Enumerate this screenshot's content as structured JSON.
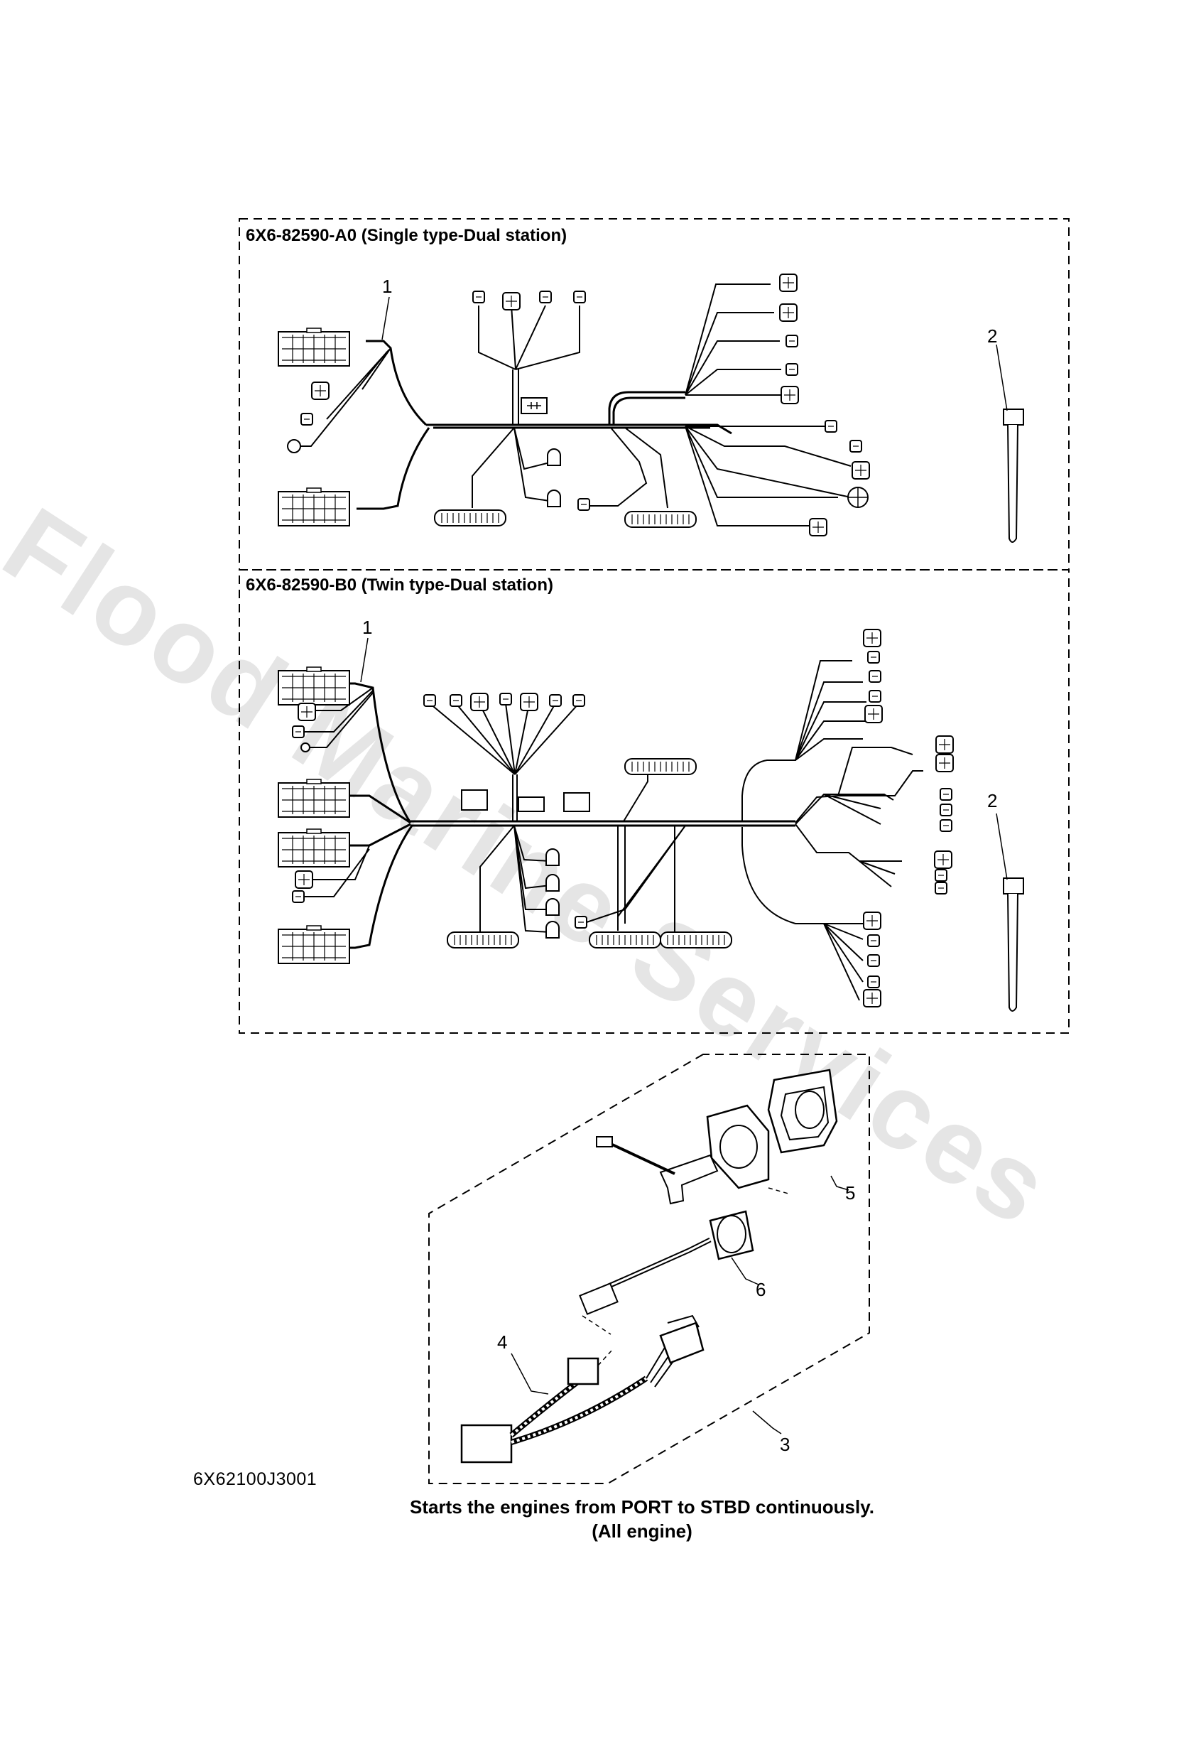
{
  "panels": {
    "single": {
      "title": "6X6-82590-A0 (Single type-Dual station)",
      "callout_harness": "1",
      "callout_tie": "2"
    },
    "twin": {
      "title": "6X6-82590-B0 (Twin type-Dual station)",
      "callout_harness": "1",
      "callout_tie": "2"
    }
  },
  "kit": {
    "callouts": [
      "3",
      "4",
      "5",
      "6"
    ]
  },
  "figure_code": "6X62100J3001",
  "caption": {
    "line1": "Starts the engines from PORT to STBD continuously.",
    "line2": "(All engine)"
  },
  "watermark": "Flood Marine Services"
}
